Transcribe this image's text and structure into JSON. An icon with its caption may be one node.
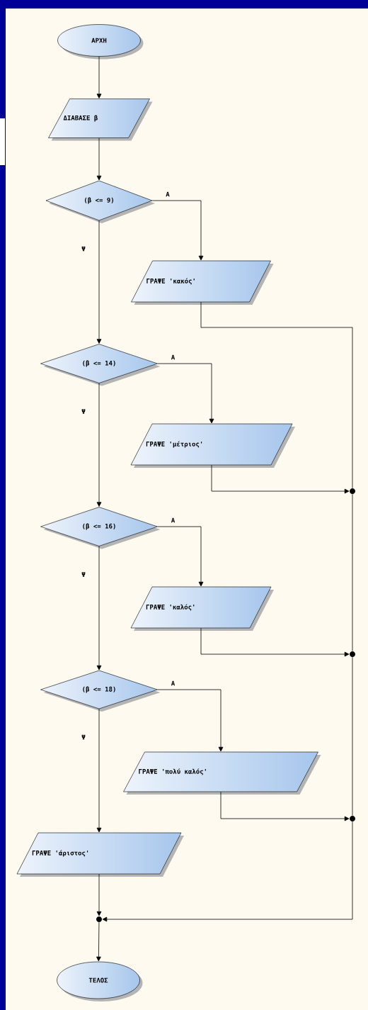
{
  "diagram": {
    "nodes": [
      {
        "text": [
          "ΑΡΧΗ"
        ]
      },
      {
        "text": [
          "ΔΙΑΒΑΣΕ β"
        ]
      },
      {
        "text": [
          "(β <= 9)"
        ]
      },
      {
        "text": [
          "ΓΡΑΨΕ 'κακός'"
        ]
      },
      {
        "text": [
          "(β <= 14)"
        ]
      },
      {
        "text": [
          "ΓΡΑΨΕ 'μέτριος'"
        ]
      },
      {
        "text": [],
        "shape": "circle"
      },
      {
        "text": [
          "(β <= 16)"
        ]
      },
      {
        "text": [
          "ΓΡΑΨΕ 'καλός'"
        ]
      },
      {
        "text": [],
        "shape": "circle"
      },
      {
        "text": [
          "(β <= 18)"
        ]
      },
      {
        "text": [
          "ΓΡΑΨΕ 'πολύ καλός'"
        ]
      },
      {
        "text": [],
        "shape": "circle"
      },
      {
        "text": [
          "ΓΡΑΨΕ 'άριστος'"
        ]
      },
      {
        "text": [],
        "shape": "circle"
      },
      {
        "text": [
          "ΤΕΛΟΣ"
        ]
      }
    ],
    "edges": [
      {
        "from": 0,
        "to": 1,
        "arrow": "to"
      },
      {
        "from": 1,
        "to": 2,
        "arrow": "to"
      },
      {
        "from": 2,
        "to": 3,
        "arrow": "to",
        "label": "Α"
      },
      {
        "from": 2,
        "to": 4,
        "arrow": "to",
        "label": "Ψ"
      },
      {
        "from": 3,
        "to": 6,
        "arrow": "none"
      },
      {
        "from": 4,
        "to": 5,
        "arrow": "to",
        "label": "Α"
      },
      {
        "from": 4,
        "to": 7,
        "arrow": "to",
        "label": "Ψ"
      },
      {
        "from": 5,
        "to": 6,
        "arrow": "to"
      },
      {
        "from": 6,
        "to": 9,
        "arrow": "none"
      },
      {
        "from": 7,
        "to": 8,
        "arrow": "to",
        "label": "Α"
      },
      {
        "from": 7,
        "to": 10,
        "arrow": "to",
        "label": "Ψ"
      },
      {
        "from": 8,
        "to": 9,
        "arrow": "to"
      },
      {
        "from": 9,
        "to": 12,
        "arrow": "none"
      },
      {
        "from": 10,
        "to": 11,
        "arrow": "to",
        "label": "Α"
      },
      {
        "from": 10,
        "to": 13,
        "arrow": "to",
        "label": "Ψ"
      },
      {
        "from": 11,
        "to": 12,
        "arrow": "to"
      },
      {
        "from": 12,
        "to": 14,
        "arrow": "to"
      },
      {
        "from": 13,
        "to": 14,
        "arrow": "to"
      },
      {
        "from": 14,
        "to": 15,
        "arrow": "to"
      }
    ]
  }
}
